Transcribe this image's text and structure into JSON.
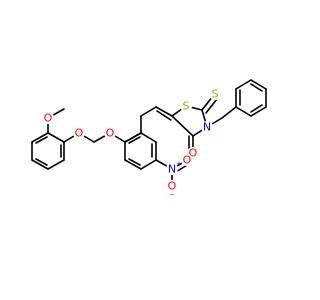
{
  "colors": {
    "bond": "#000000",
    "oxygen": "#ff0000",
    "nitrogen": "#0000ff",
    "sulfur": "#b2a300",
    "carbon": "#000000"
  },
  "atoms": [
    {
      "id": "o_methoxy",
      "label": "O",
      "element": "oxygen"
    },
    {
      "id": "o_phenoxy",
      "label": "O",
      "element": "oxygen"
    },
    {
      "id": "o_ether",
      "label": "O",
      "element": "oxygen"
    },
    {
      "id": "s_ring",
      "label": "S",
      "element": "sulfur"
    },
    {
      "id": "s_thione",
      "label": "S",
      "element": "sulfur"
    },
    {
      "id": "n_ring",
      "label": "N",
      "element": "nitrogen"
    },
    {
      "id": "o_carbonyl",
      "label": "O",
      "element": "oxygen"
    },
    {
      "id": "n_nitro",
      "label": "N",
      "element": "nitrogen",
      "charge": "+"
    },
    {
      "id": "o_nitro_minus",
      "label": "O",
      "element": "oxygen",
      "charge": "−"
    },
    {
      "id": "o_nitro",
      "label": "O",
      "element": "oxygen"
    }
  ]
}
